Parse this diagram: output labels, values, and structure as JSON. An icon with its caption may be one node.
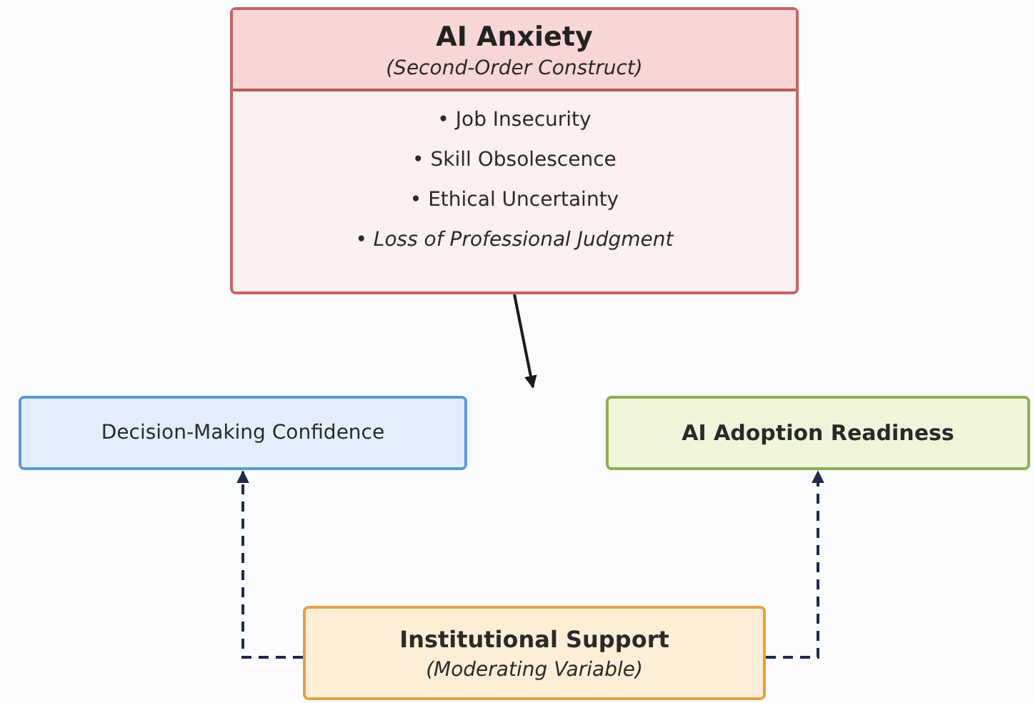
{
  "diagram": {
    "nodes": [
      {
        "text": [
          "AI Anxiety",
          "(Second-Order Construct)",
          "• Job Insecurity",
          "• Skill Obsolescence",
          "• Ethical Uncertainty",
          "• *Loss of Professional Judgment*"
        ]
      },
      {
        "text": [
          "Decision-Making Confidence"
        ]
      },
      {
        "text": [
          "AI Adoption Readiness"
        ]
      },
      {
        "text": [
          "Institutional Support",
          "(Moderating Variable)"
        ]
      }
    ],
    "edges": [
      {
        "from": 0,
        "to": null,
        "arrow": "to",
        "color": "#1a1a1a"
      },
      {
        "from": 3,
        "to": 1,
        "arrow": "to",
        "style": "dashed"
      },
      {
        "from": 3,
        "to": 2,
        "arrow": "to",
        "style": "dashed"
      }
    ]
  }
}
